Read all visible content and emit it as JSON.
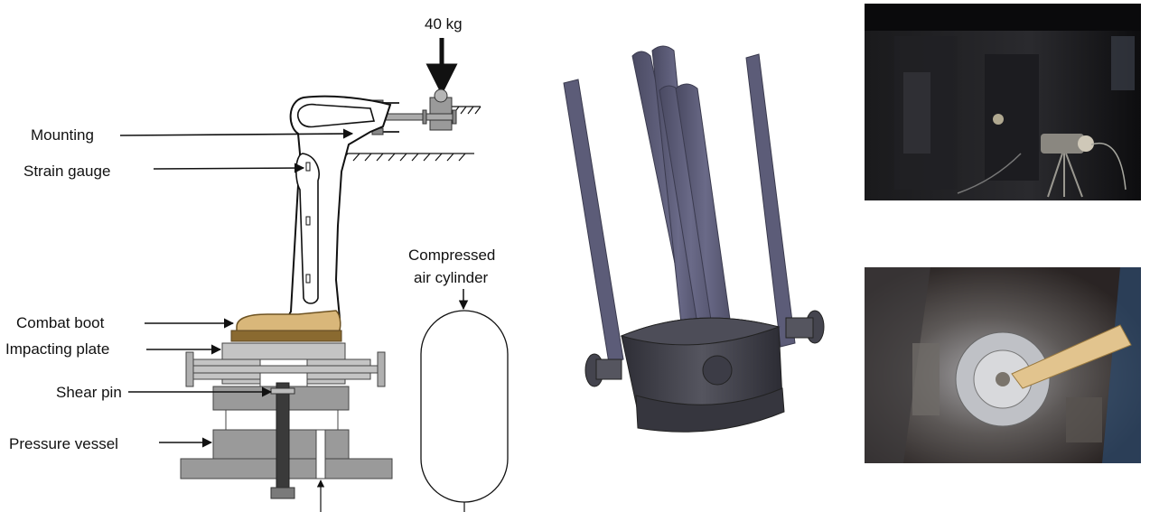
{
  "labels": {
    "load": "40 kg",
    "mounting": "Mounting",
    "strain_gauge": "Strain gauge",
    "combat_boot": "Combat boot",
    "impacting_plate": "Impacting plate",
    "shear_pin": "Shear pin",
    "pressure_vessel": "Pressure vessel",
    "cylinder_line1": "Compressed",
    "cylinder_line2": "air cylinder"
  },
  "colors": {
    "vessel_gray": "#9a9a9a",
    "plate_gray": "#c4c4c4",
    "boot_tan": "#d9b77a",
    "sole_brown": "#8a6a30",
    "bar_purple": "#5c5c78",
    "base_dark": "#3e3e48",
    "photo_bg": "#121214"
  }
}
